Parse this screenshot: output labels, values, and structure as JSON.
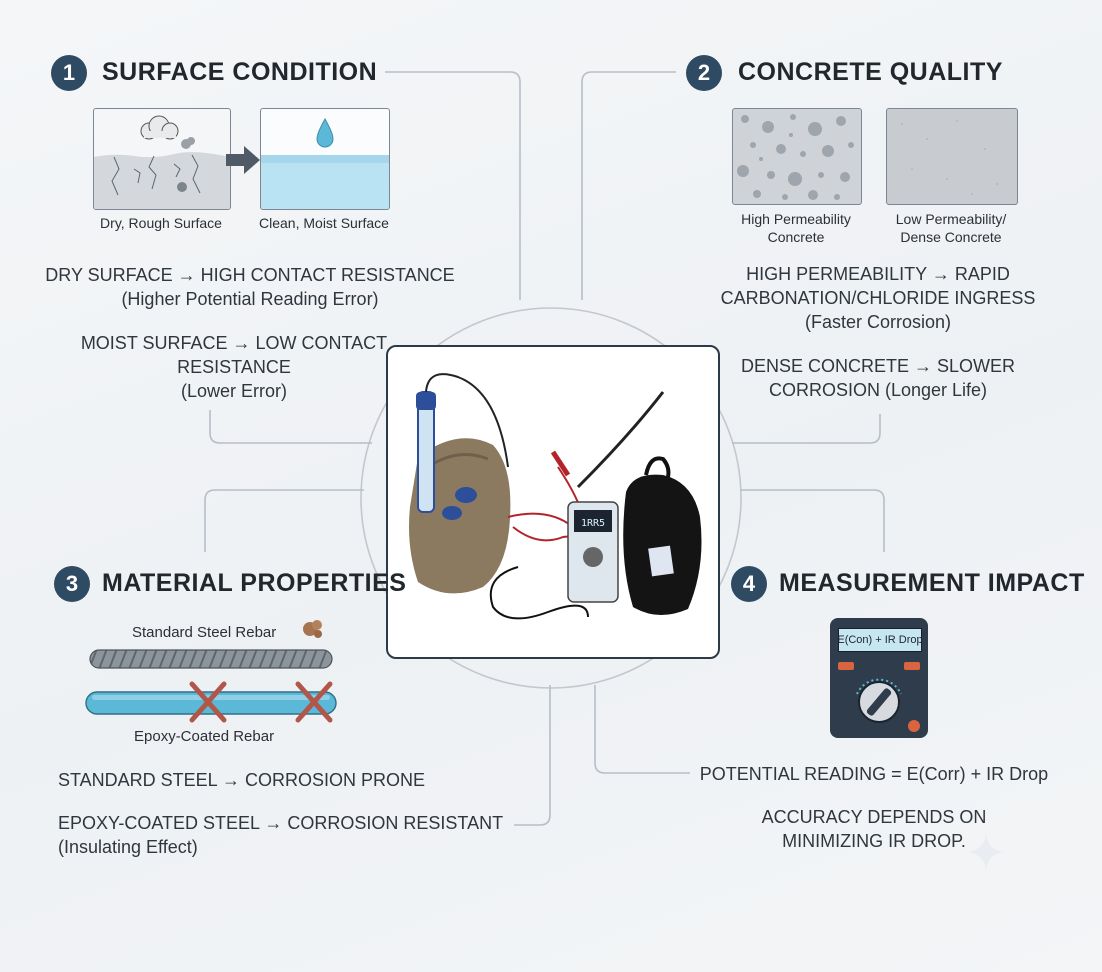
{
  "section1": {
    "number": "1",
    "title": "SURFACE CONDITION",
    "caption_dry": "Dry, Rough Surface",
    "caption_moist": "Clean, Moist Surface",
    "line1": "DRY SURFACE → HIGH CONTACT RESISTANCE",
    "line1_sub": "(Higher Potential Reading Error)",
    "line2a": "MOIST SURFACE → LOW CONTACT",
    "line2b": "RESISTANCE",
    "line2_sub": "(Lower Error)"
  },
  "section2": {
    "number": "2",
    "title": "CONCRETE QUALITY",
    "caption_high_a": "High Permeability",
    "caption_high_b": "Concrete",
    "caption_low_a": "Low Permeability/",
    "caption_low_b": "Dense Concrete",
    "line1a": "HIGH PERMEABILITY → RAPID",
    "line1b": "CARBONATION/CHLORIDE INGRESS",
    "line1_sub": "(Faster Corrosion)",
    "line2a": "DENSE CONCRETE → SLOWER",
    "line2b": "CORROSION (Longer Life)"
  },
  "section3": {
    "number": "3",
    "title": "MATERIAL PROPERTIES",
    "caption_standard": "Standard Steel Rebar",
    "caption_epoxy": "Epoxy-Coated Rebar",
    "line1": "STANDARD STEEL → CORROSION PRONE",
    "line2": "EPOXY-COATED STEEL → CORROSION RESISTANT",
    "line2_sub": "(Insulating Effect)"
  },
  "section4": {
    "number": "4",
    "title": "MEASUREMENT IMPACT",
    "meter_display": "E(Con) + IR Drop",
    "line1": "POTENTIAL READING = E(Corr) + IR Drop",
    "line2a": "ACCURACY DEPENDS ON",
    "line2b": "MINIMIZING IR DROP."
  },
  "center": {
    "meter_reading": "1RR5"
  },
  "colors": {
    "badge": "#2f4a63",
    "water": "#b9e2f3",
    "epoxy": "#5bb8d6",
    "cross": "#b0574a"
  }
}
